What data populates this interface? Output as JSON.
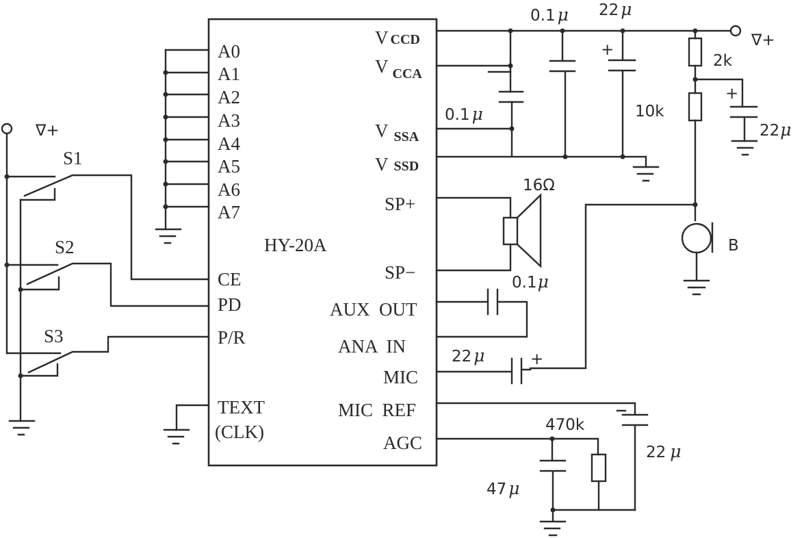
{
  "chip": {
    "name": "HY-20A",
    "left_pins": [
      "A0",
      "A1",
      "A2",
      "A3",
      "A4",
      "A5",
      "A6",
      "A7",
      "CE",
      "PD",
      "P/R",
      "TEXT",
      "(CLK)"
    ],
    "right_pins": {
      "vccd": {
        "main": "V",
        "sub": "CCD"
      },
      "vcca": {
        "main": "V",
        "sub": "CCA"
      },
      "vssa": {
        "main": "V",
        "sub": "SSA"
      },
      "vssd": {
        "main": "V",
        "sub": "SSD"
      },
      "sp_plus": "SP+",
      "sp_minus": "SP−",
      "aux_out": "AUX  OUT",
      "ana_in": "ANA  IN",
      "mic": "MIC",
      "mic_ref": "MIC  REF",
      "agc": "AGC"
    }
  },
  "supply": {
    "left_label": "∇+",
    "right_label": "∇+"
  },
  "switches": [
    "S1",
    "S2",
    "S3"
  ],
  "components": {
    "c_vcca_val": "0.1",
    "c_vccd_val": "0.1",
    "c_22_top_val": "22",
    "r_2k": "2k",
    "r_10k": "10k",
    "c_22_bias_val": "22",
    "speaker": "16Ω",
    "c_aux_val": "0.1",
    "c_mic_val": "22",
    "mic_label": "B",
    "r_470k": "470k",
    "c_47_val": "47",
    "c_22_ref_val": "22",
    "micro": "μ",
    "plus": "+"
  }
}
